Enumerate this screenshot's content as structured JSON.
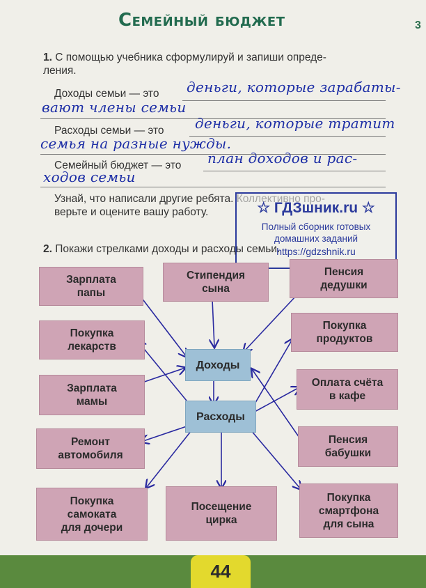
{
  "page": {
    "corner_number": "3",
    "title": "Семейный бюджет",
    "page_number": "44"
  },
  "task1": {
    "number": "1.",
    "prompt_line1": "С помощью учебника сформулируй и запиши опреде-",
    "prompt_line2": "ления.",
    "income_label": "Доходы семьи — это",
    "income_answer_1": "деньги, которые зарабаты-",
    "income_answer_2": "вают члены семьи",
    "expense_label": "Расходы семьи — это",
    "expense_answer_1": "деньги, которые тратит",
    "expense_answer_2": "семья на разные нужды.",
    "budget_label": "Семейный бюджет — это",
    "budget_answer_1": "план доходов и рас-",
    "budget_answer_2": "ходов семьи",
    "after_line1": "Узнай, что написали другие ребята. Коллективно про-",
    "after_line2": "верьте и оцените вашу работу."
  },
  "task2": {
    "number": "2.",
    "prompt": "Покажи стрелками доходы и расходы семьи."
  },
  "stamp": {
    "brand": "☆ ГДЗшник.ru ☆",
    "line1": "Полный сборник готовых",
    "line2": "домашних заданий",
    "url": "https://gdzshnik.ru"
  },
  "diagram": {
    "center_top": "Доходы",
    "center_bottom": "Расходы",
    "boxes": {
      "zarplata_papy": "Зарплата\nпапы",
      "stipendiya": "Стипендия\nсына",
      "pensiya_dedushki": "Пенсия\nдедушки",
      "lekarstva": "Покупка\nлекарств",
      "produkty": "Покупка\nпродуктов",
      "zarplata_mamy": "Зарплата\nмамы",
      "kafe": "Оплата счёта\nв кафе",
      "remont": "Ремонт\nавтомобиля",
      "pensiya_babushki": "Пенсия\nбабушки",
      "samokat": "Покупка\nсамоката\nдля дочери",
      "tsirk": "Посещение\nцирка",
      "smartfon": "Покупка\nсмартфона\nдля сына"
    }
  }
}
